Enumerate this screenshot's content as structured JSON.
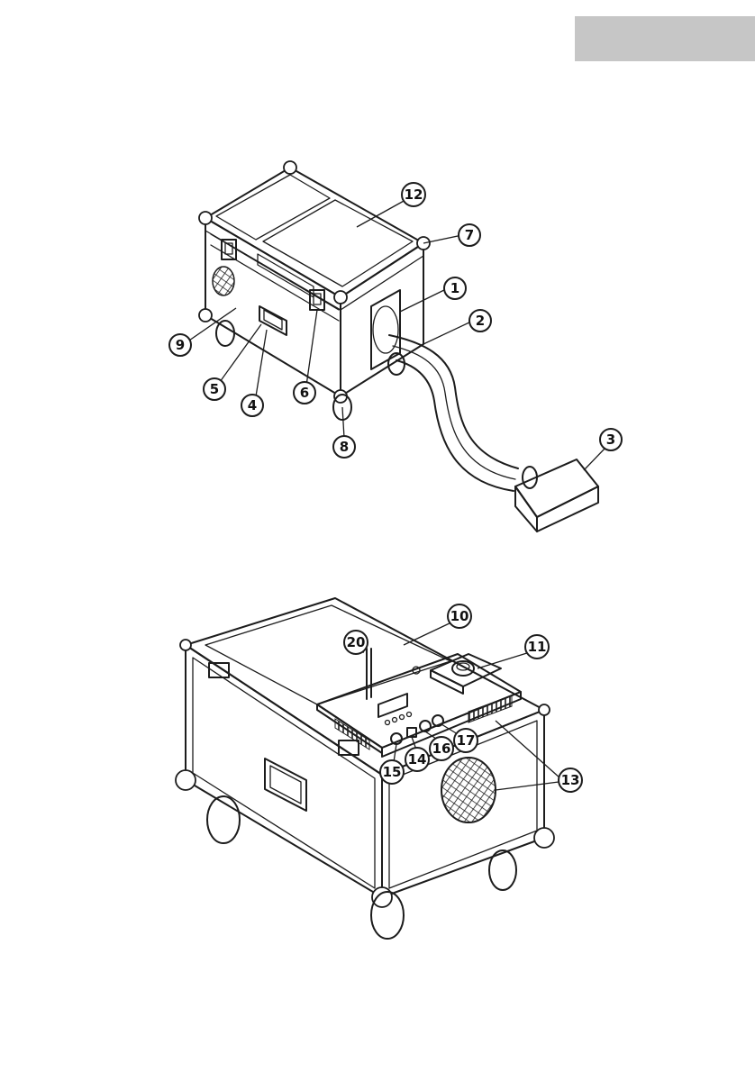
{
  "colors": {
    "line": "#1c1c1c",
    "tab_gray": "#c6c6c6",
    "background": "#ffffff"
  },
  "figure_top": {
    "callouts": [
      "1",
      "2",
      "3",
      "4",
      "5",
      "6",
      "7",
      "8",
      "9",
      "12"
    ]
  },
  "figure_bottom": {
    "callouts": [
      "10",
      "11",
      "13",
      "14",
      "15",
      "16",
      "17",
      "20"
    ]
  }
}
